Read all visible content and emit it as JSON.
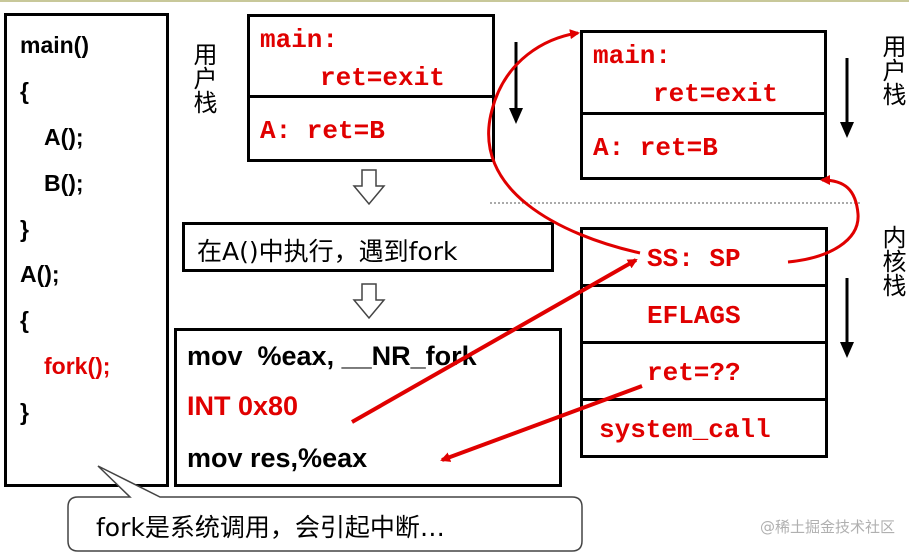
{
  "left_code": {
    "lines": [
      {
        "text": "main()",
        "highlight": false
      },
      {
        "text": "{",
        "highlight": false
      },
      {
        "text": "A();",
        "highlight": false
      },
      {
        "text": "B();",
        "highlight": false
      },
      {
        "text": "}",
        "highlight": false
      },
      {
        "text": "A();",
        "highlight": false
      },
      {
        "text": "{",
        "highlight": false
      },
      {
        "text": "fork();",
        "highlight": true
      },
      {
        "text": "}",
        "highlight": false
      }
    ]
  },
  "user_stack_left": {
    "label": "用户栈",
    "cells": [
      "main:",
      "ret=exit",
      "A: ret=B"
    ]
  },
  "user_stack_right": {
    "label": "用户栈",
    "cells": [
      "main:",
      "ret=exit",
      "A: ret=B"
    ]
  },
  "kernel_stack": {
    "label": "内核栈",
    "cells": [
      "SS: SP",
      "EFLAGS",
      "ret=??",
      "system_call"
    ]
  },
  "step_box": {
    "text": "在A()中执行，遇到fork"
  },
  "asm_code": {
    "lines": [
      {
        "text": "mov  %eax, __NR_fork",
        "highlight": false
      },
      {
        "text": "INT 0x80",
        "highlight": true
      },
      {
        "text": "mov res,%eax",
        "highlight": false
      }
    ]
  },
  "callout": {
    "text": "fork是系统调用，会引起中断…"
  },
  "watermark": "@稀土掘金技术社区",
  "colors": {
    "accent": "#e00000",
    "ink": "#000000"
  }
}
